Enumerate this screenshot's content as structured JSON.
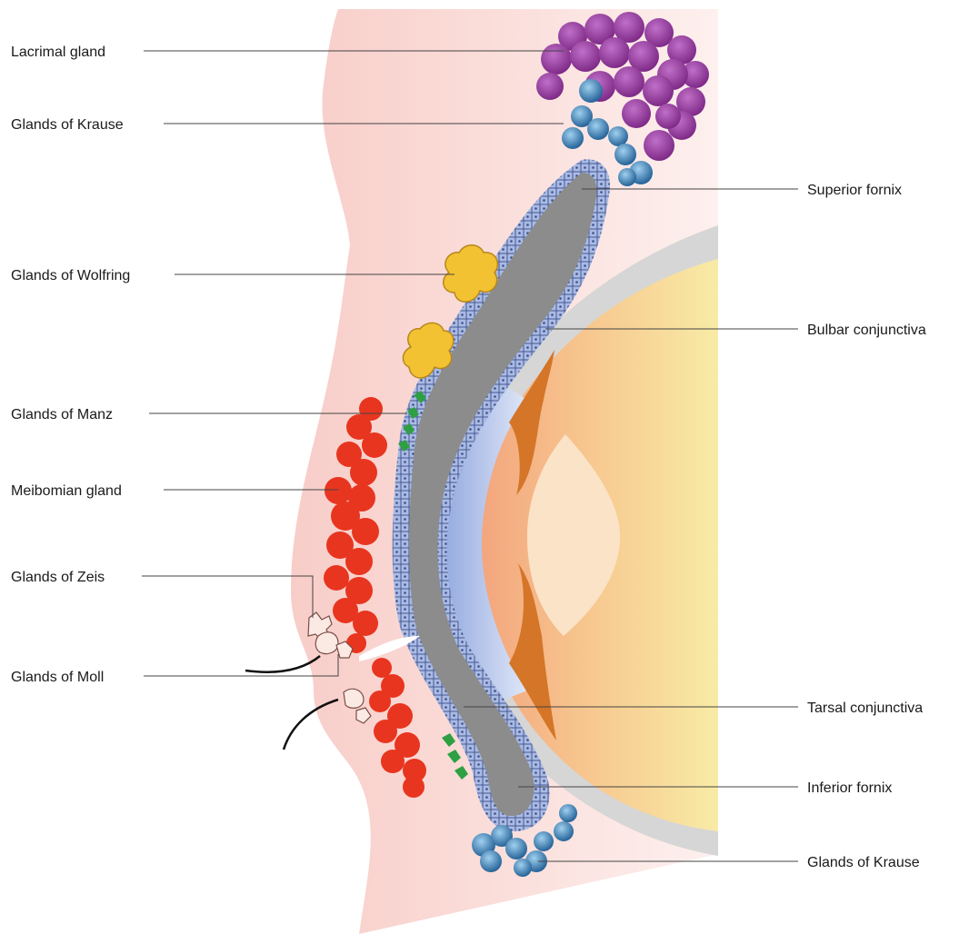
{
  "labels": {
    "lacrimal_gland": "Lacrimal gland",
    "glands_of_krause_upper": "Glands of Krause",
    "glands_of_wolfring": "Glands of Wolfring",
    "glands_of_manz": "Glands of Manz",
    "meibomian_gland": "Meibomian gland",
    "glands_of_zeis": "Glands of Zeis",
    "glands_of_moll": "Glands of Moll",
    "superior_fornix": "Superior fornix",
    "bulbar_conjunctiva": "Bulbar conjunctiva",
    "tarsal_conjunctiva": "Tarsal conjunctiva",
    "inferior_fornix": "Inferior fornix",
    "glands_of_krause_lower": "Glands of Krause"
  },
  "colors": {
    "eyelid_skin": "#f9d3cf",
    "conjunctiva": "#8c8c8c",
    "epithelium": "#9fb3dc",
    "lacrimal": "#8a2f92",
    "krause": "#2f6fa5",
    "wolfring": "#f2c232",
    "manz": "#2ea043",
    "meibomian": "#e8351f",
    "zeis_moll": "#fbe9e4",
    "sclera": "#d6d6d6",
    "eyeball": "#f6d9a0",
    "iris": "#d8742a",
    "lens": "#fbe3c8"
  }
}
